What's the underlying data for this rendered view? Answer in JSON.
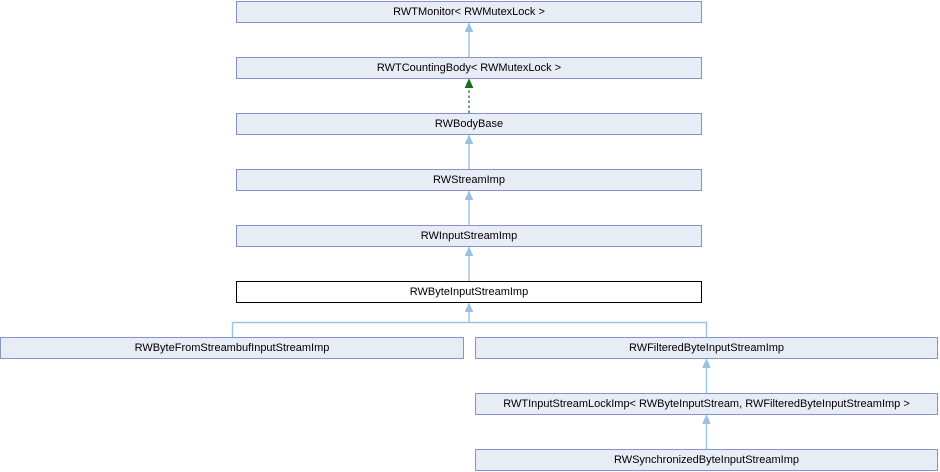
{
  "diagram": {
    "kind": "class-inheritance-graph",
    "colors": {
      "background": "#ffffff",
      "node_fill": "#e8ecf6",
      "node_border": "#8496c4",
      "current_node_fill": "#ffffff",
      "current_node_border": "#000000",
      "edge_public_inheritance": "#9cc2e0",
      "edge_protected_inheritance": "#1e6b1e",
      "text": "#000000"
    },
    "nodes": [
      {
        "label": "RWTMonitor< RWMutexLock >",
        "role": "base-class"
      },
      {
        "label": "RWTCountingBody< RWMutexLock >",
        "role": "base-class"
      },
      {
        "label": "RWBodyBase",
        "role": "base-class"
      },
      {
        "label": "RWStreamImp",
        "role": "base-class"
      },
      {
        "label": "RWInputStreamImp",
        "role": "base-class"
      },
      {
        "label": "RWByteInputStreamImp",
        "role": "current-class"
      },
      {
        "label": "RWByteFromStreambufInputStreamImp",
        "role": "derived-class"
      },
      {
        "label": "RWFilteredByteInputStreamImp",
        "role": "derived-class"
      },
      {
        "label": "RWTInputStreamLockImp< RWByteInputStream, RWFilteredByteInputStreamImp >",
        "role": "derived-class"
      },
      {
        "label": "RWSynchronizedByteInputStreamImp",
        "role": "derived-class"
      }
    ],
    "edges": [
      {
        "from": "RWTCountingBody< RWMutexLock >",
        "to": "RWTMonitor< RWMutexLock >",
        "style": "solid-blue"
      },
      {
        "from": "RWBodyBase",
        "to": "RWTCountingBody< RWMutexLock >",
        "style": "dashed-green"
      },
      {
        "from": "RWStreamImp",
        "to": "RWBodyBase",
        "style": "solid-blue"
      },
      {
        "from": "RWInputStreamImp",
        "to": "RWStreamImp",
        "style": "solid-blue"
      },
      {
        "from": "RWByteInputStreamImp",
        "to": "RWInputStreamImp",
        "style": "solid-blue"
      },
      {
        "from": "RWByteFromStreambufInputStreamImp",
        "to": "RWByteInputStreamImp",
        "style": "solid-blue"
      },
      {
        "from": "RWFilteredByteInputStreamImp",
        "to": "RWByteInputStreamImp",
        "style": "solid-blue"
      },
      {
        "from": "RWTInputStreamLockImp< RWByteInputStream, RWFilteredByteInputStreamImp >",
        "to": "RWFilteredByteInputStreamImp",
        "style": "solid-blue"
      },
      {
        "from": "RWSynchronizedByteInputStreamImp",
        "to": "RWTInputStreamLockImp< RWByteInputStream, RWFilteredByteInputStreamImp >",
        "style": "solid-blue"
      }
    ]
  }
}
